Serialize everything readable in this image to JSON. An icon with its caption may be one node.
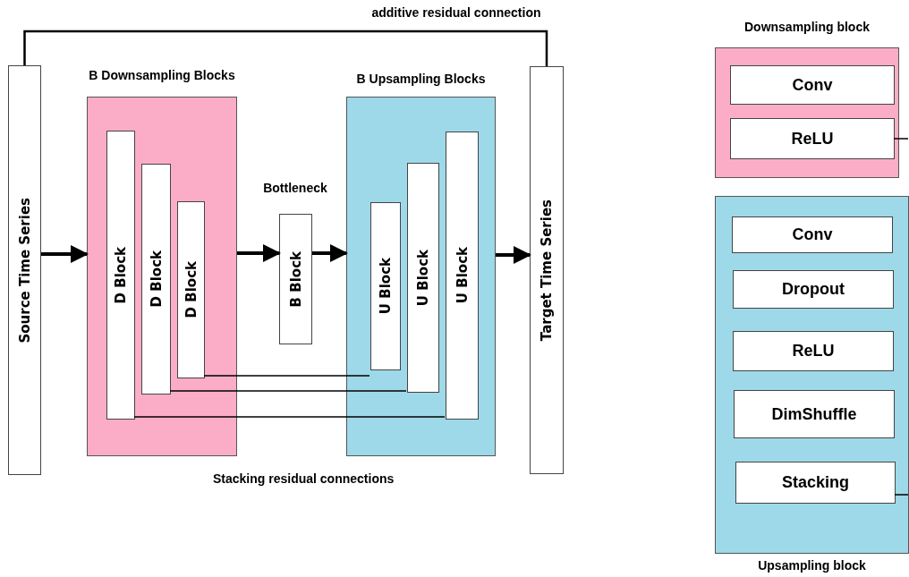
{
  "diagram": {
    "nodes": [
      {
        "text": [
          "Source Time Series"
        ]
      },
      {
        "text": [
          "B Downsampling Blocks"
        ]
      },
      {
        "text": [
          "D Block"
        ],
        "in": 1
      },
      {
        "text": [
          "D Block"
        ],
        "in": 1
      },
      {
        "text": [
          "D Block"
        ],
        "in": 1
      },
      {
        "text": [
          "Bottleneck",
          "B Block"
        ]
      },
      {
        "text": [
          "B Upsampling Blocks"
        ]
      },
      {
        "text": [
          "U Block"
        ],
        "in": 6
      },
      {
        "text": [
          "U Block"
        ],
        "in": 6
      },
      {
        "text": [
          "U Block"
        ],
        "in": 6
      },
      {
        "text": [
          "Target Time Series"
        ]
      },
      {
        "text": [
          "Downsampling block"
        ]
      },
      {
        "text": [
          "Conv"
        ],
        "in": 11
      },
      {
        "text": [
          "ReLU"
        ],
        "in": 11
      },
      {
        "text": [
          "Upsampling block"
        ]
      },
      {
        "text": [
          "Conv"
        ],
        "in": 14
      },
      {
        "text": [
          "Dropout"
        ],
        "in": 14
      },
      {
        "text": [
          "ReLU"
        ],
        "in": 14
      },
      {
        "text": [
          "DimShuffle"
        ],
        "in": 14
      },
      {
        "text": [
          "Stacking"
        ],
        "in": 14
      }
    ],
    "edges": [
      {
        "from": 0,
        "to": 1,
        "arrow": "to",
        "style": "thick"
      },
      {
        "from": 1,
        "to": 5,
        "arrow": "to",
        "style": "thick"
      },
      {
        "from": 5,
        "to": 6,
        "arrow": "to",
        "style": "thick"
      },
      {
        "from": 6,
        "to": 10,
        "arrow": "to",
        "style": "thick"
      },
      {
        "from": 0,
        "to": 10,
        "arrow": "none",
        "label": "additive residual connection"
      },
      {
        "from": 4,
        "to": 7,
        "arrow": "none"
      },
      {
        "from": 3,
        "to": 8,
        "arrow": "none"
      },
      {
        "from": 2,
        "to": 9,
        "arrow": "none"
      },
      {
        "from": 13,
        "to": null,
        "arrow": "none"
      },
      {
        "from": 19,
        "to": null,
        "arrow": "none"
      }
    ],
    "labels": [
      "Stacking residual connections"
    ]
  }
}
